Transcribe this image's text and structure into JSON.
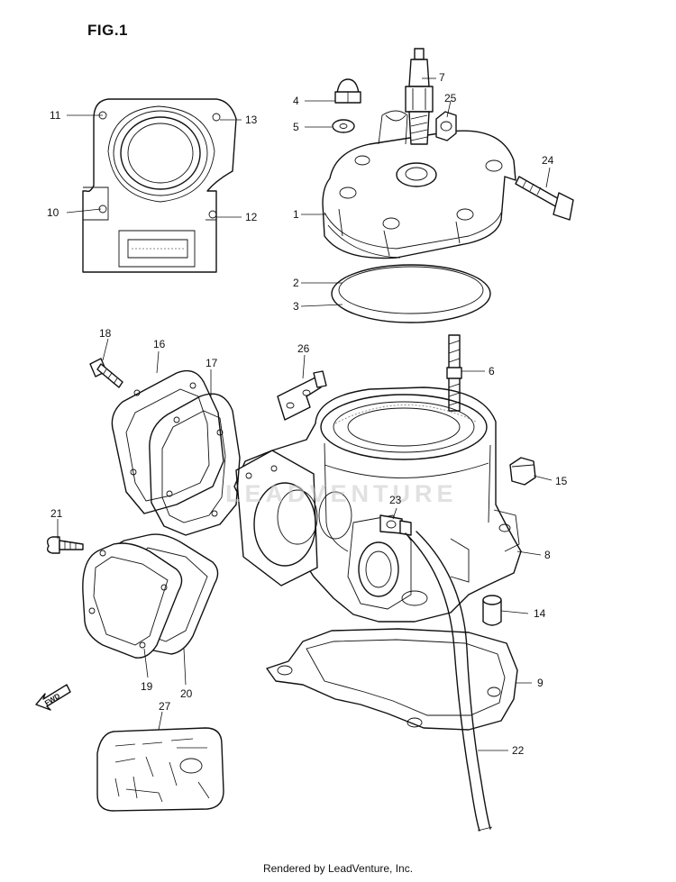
{
  "title": "FIG.1",
  "footer": "Rendered by LeadVenture, Inc.",
  "watermark": "LEADVENTURE",
  "fwd_mark": "FWD",
  "callouts": {
    "c1": "1",
    "c2": "2",
    "c3": "3",
    "c4": "4",
    "c5": "5",
    "c6": "6",
    "c7": "7",
    "c8": "8",
    "c9": "9",
    "c10": "10",
    "c11": "11",
    "c12": "12",
    "c13": "13",
    "c14": "14",
    "c15": "15",
    "c16": "16",
    "c17": "17",
    "c18": "18",
    "c19": "19",
    "c20": "20",
    "c21": "21",
    "c22": "22",
    "c23": "23",
    "c24": "24",
    "c25": "25",
    "c26": "26",
    "c27": "27"
  },
  "colors": {
    "line": "#111111",
    "background": "#ffffff",
    "watermark": "#c9c9c9"
  }
}
